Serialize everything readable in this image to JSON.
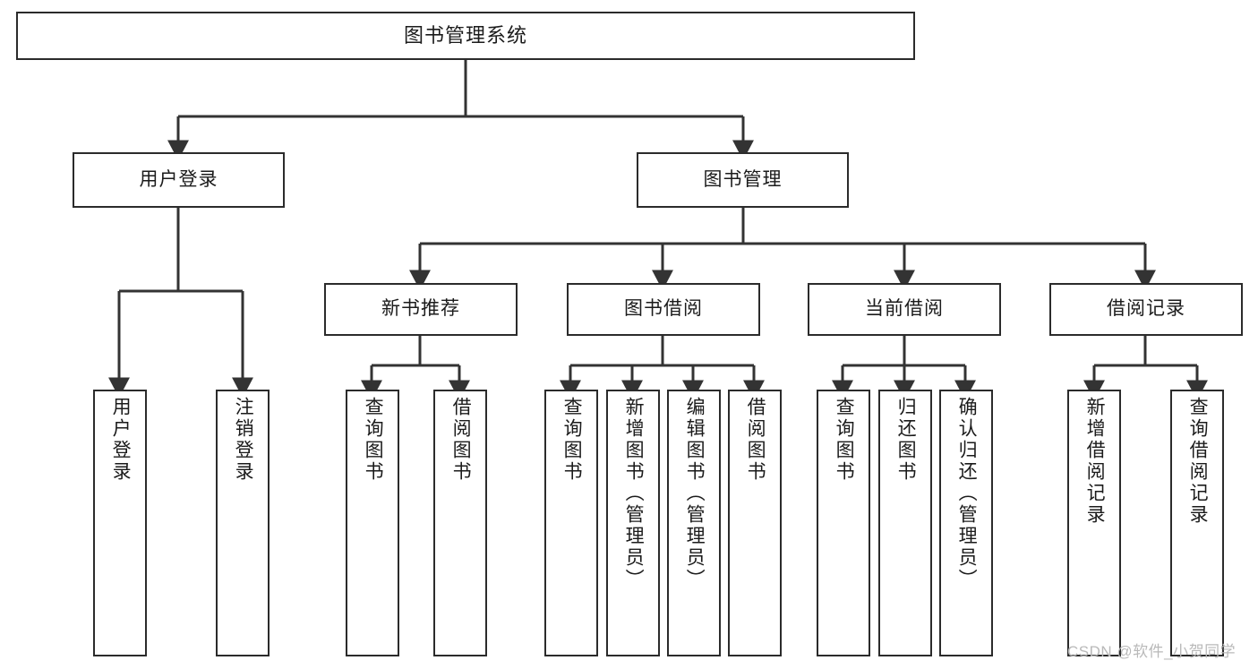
{
  "diagram": {
    "type": "tree",
    "title": "图书管理系统",
    "levels": 4,
    "root": {
      "label": "图书管理系统"
    },
    "level2": [
      {
        "label": "用户登录"
      },
      {
        "label": "图书管理"
      }
    ],
    "level3": [
      {
        "label": "新书推荐"
      },
      {
        "label": "图书借阅"
      },
      {
        "label": "当前借阅"
      },
      {
        "label": "借阅记录"
      }
    ],
    "leaves": {
      "user_login": [
        {
          "label": "用户登录"
        },
        {
          "label": "注销登录"
        }
      ],
      "new_book_recommend": [
        {
          "label": "查询图书"
        },
        {
          "label": "借阅图书"
        }
      ],
      "book_borrow": [
        {
          "label": "查询图书"
        },
        {
          "label": "新增图书（管理员）"
        },
        {
          "label": "编辑图书（管理员）"
        },
        {
          "label": "借阅图书"
        }
      ],
      "current_borrow": [
        {
          "label": "查询图书"
        },
        {
          "label": "归还图书"
        },
        {
          "label": "确认归还（管理员）"
        }
      ],
      "borrow_record": [
        {
          "label": "新增借阅记录"
        },
        {
          "label": "查询借阅记录"
        }
      ]
    },
    "colors": {
      "border": "#2b2b2b",
      "connector": "#333333",
      "background": "#ffffff",
      "text": "#1b1b1b",
      "watermark": "#b9b9b9"
    }
  },
  "watermark": {
    "text": "CSDN @软件_小贺同学"
  }
}
